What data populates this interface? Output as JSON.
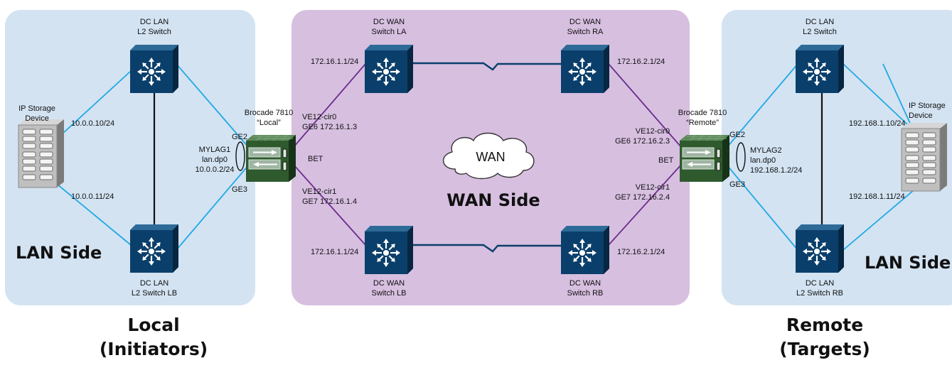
{
  "local": {
    "lan_side": "LAN Side",
    "switch_top": [
      "DC LAN",
      "L2 Switch"
    ],
    "switch_bottom": [
      "DC LAN",
      "L2 Switch LB"
    ],
    "storage": [
      "IP Storage",
      "Device"
    ],
    "ip_top": "10.0.0.10/24",
    "ip_bottom": "10.0.0.11/24",
    "lag": [
      "MYLAG1",
      "lan.dp0",
      "10.0.0.2/24"
    ],
    "ge2": "GE2",
    "ge3": "GE3",
    "brocade": [
      "Brocade 7810",
      "“Local”"
    ],
    "cir0": [
      "VE12-cir0",
      "GE6 172.16.1.3"
    ],
    "bet": "BET",
    "cir1": [
      "VE12-cir1",
      "GE7 172.16.1.4"
    ],
    "footer": [
      "Local",
      "(Initiators)"
    ]
  },
  "wan": {
    "switch_la": [
      "DC WAN",
      "Switch LA"
    ],
    "switch_ra": [
      "DC WAN",
      "Switch RA"
    ],
    "switch_lb": [
      "DC WAN",
      "Switch LB"
    ],
    "switch_rb": [
      "DC WAN",
      "Switch RB"
    ],
    "ip_la": "172.16.1.1/24",
    "ip_lb": "172.16.1.1/24",
    "ip_ra": "172.16.2.1/24",
    "ip_rb": "172.16.2.1/24",
    "cloud": "WAN",
    "wan_side": "WAN Side"
  },
  "remote": {
    "lan_side": "LAN Side",
    "switch_top": [
      "DC LAN",
      "L2 Switch"
    ],
    "switch_bottom": [
      "DC LAN",
      "L2 Switch RB"
    ],
    "storage": [
      "IP Storage",
      "Device"
    ],
    "ip_top": "192.168.1.10/24",
    "ip_bottom": "192.168.1.11/24",
    "lag": [
      "MYLAG2",
      "lan.dp0",
      "192.168.1.2/24"
    ],
    "ge2": "GE2",
    "ge3": "GE3",
    "brocade": [
      "Brocade 7810",
      "“Remote”"
    ],
    "cir0": [
      "VE12-cir0",
      "GE6 172.16.2.3"
    ],
    "bet": "BET",
    "cir1": [
      "VE12-cir1",
      "GE7 172.16.2.4"
    ],
    "footer": [
      "Remote",
      "(Targets)"
    ]
  },
  "colors": {
    "lan_zone": "#d3e3f2",
    "wan_zone": "#d7bfe0",
    "switch": "#0b3f6b",
    "brocade": "#2e5a2e",
    "lan_link": "#22a8e6",
    "wan_link": "#6b2d8c"
  },
  "icons": {
    "switch": "network-switch-icon",
    "storage": "storage-array-icon",
    "router": "brocade-extension-icon",
    "cloud": "cloud-icon"
  }
}
